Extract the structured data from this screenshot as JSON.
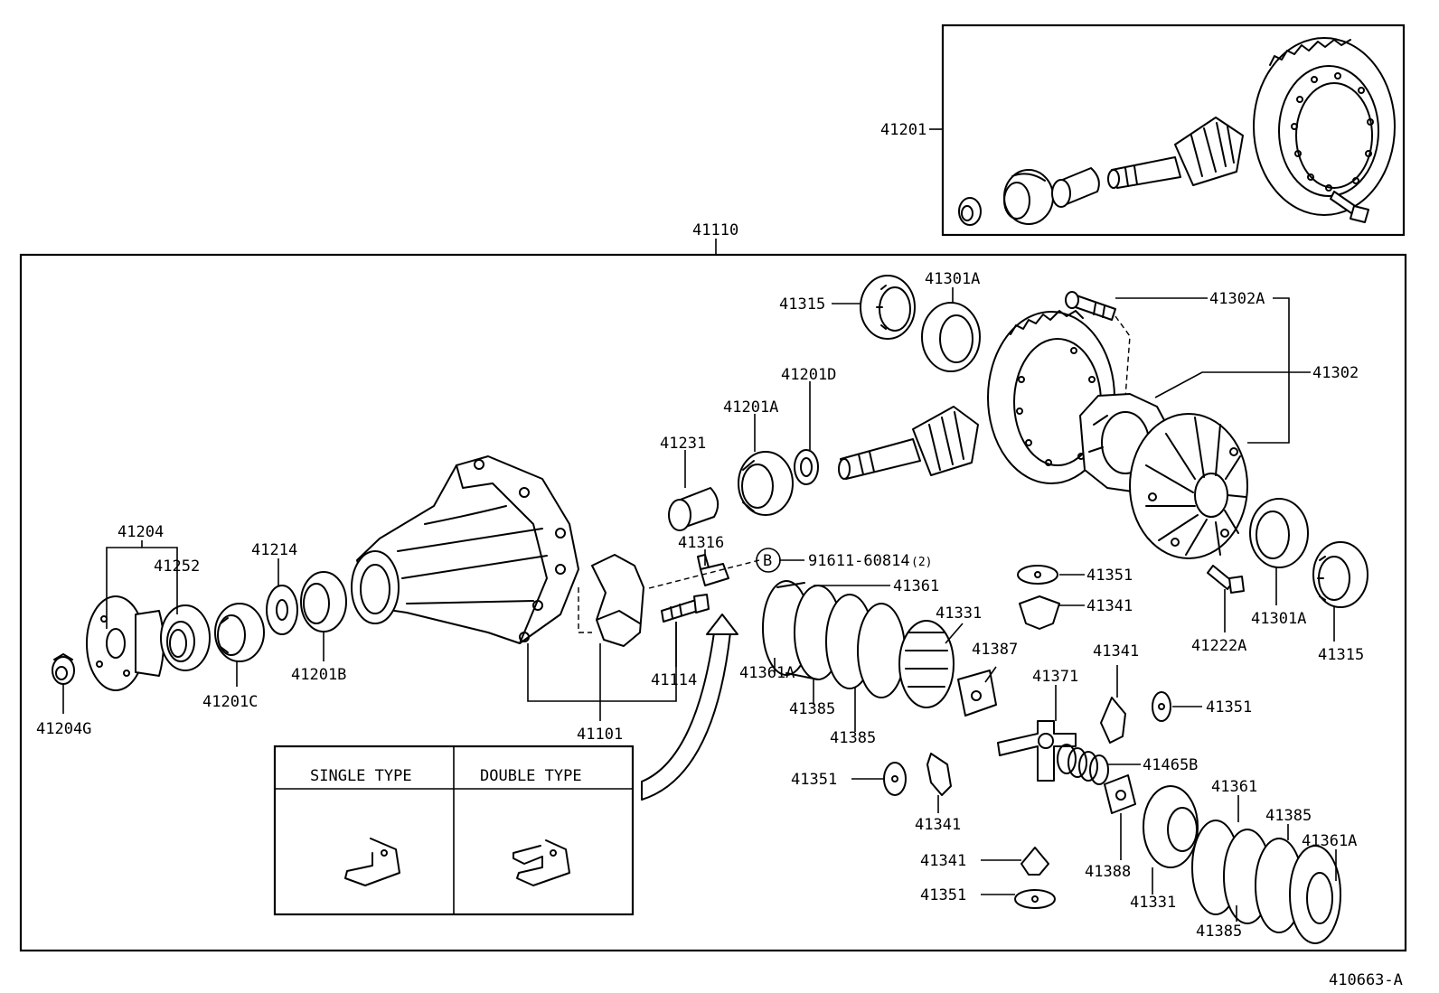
{
  "diagram_id": "410663-A",
  "assembly_label": "41110",
  "inset": {
    "label": "41201"
  },
  "note": {
    "circle_letter": "B",
    "part_no": "91611-60814",
    "qty": "(2)"
  },
  "legend": {
    "single_type": "SINGLE TYPE",
    "double_type": "DOUBLE TYPE"
  },
  "callouts": {
    "c41204": "41204",
    "c41252": "41252",
    "c41204G": "41204G",
    "c41201C": "41201C",
    "c41214": "41214",
    "c41201B": "41201B",
    "c41101": "41101",
    "c41114": "41114",
    "c41316": "41316",
    "c41231": "41231",
    "c41201A": "41201A",
    "c41201D": "41201D",
    "c41315_top": "41315",
    "c41301A_top": "41301A",
    "c41302A": "41302A",
    "c41302": "41302",
    "c41301A_right": "41301A",
    "c41315_right": "41315",
    "c41222A": "41222A",
    "c41361_top": "41361",
    "c41361A_left": "41361A",
    "c41385_a": "41385",
    "c41385_b": "41385",
    "c41331_top": "41331",
    "c41387": "41387",
    "c41351_top": "41351",
    "c41341_top": "41341",
    "c41341_mid": "41341",
    "c41351_mid": "41351",
    "c41371": "41371",
    "c41465B": "41465B",
    "c41351_left": "41351",
    "c41341_left": "41341",
    "c41341_bot": "41341",
    "c41351_bot": "41351",
    "c41388": "41388",
    "c41331_bot": "41331",
    "c41361_bot": "41361",
    "c41385_c": "41385",
    "c41361A_right": "41361A",
    "c41385_d": "41385"
  }
}
